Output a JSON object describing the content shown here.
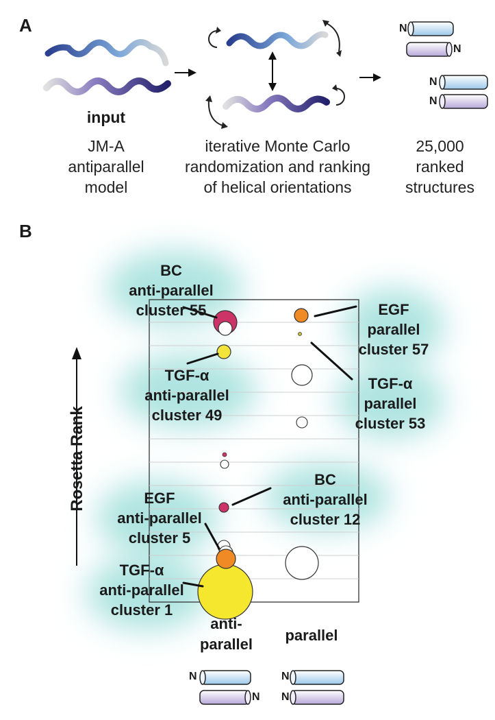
{
  "panel_a": {
    "letter": "A",
    "input_bold": "input",
    "input_lines": [
      "JM-A",
      "antiparallel",
      "model"
    ],
    "process_lines": [
      "iterative Monte Carlo",
      "randomization and ranking",
      "of helical orientations"
    ],
    "output_lines": [
      "25,000",
      "ranked",
      "structures"
    ],
    "terminus": "N"
  },
  "panel_b": {
    "letter": "B",
    "y_axis_label": "Rosetta Rank",
    "columns": [
      "anti-\nparallel",
      "parallel"
    ],
    "column_anti_lines": [
      "anti-",
      "parallel"
    ],
    "column_parallel": "parallel",
    "callouts": [
      {
        "lines": [
          "BC",
          "anti-parallel",
          "cluster 55"
        ],
        "color": "#cc3366"
      },
      {
        "lines": [
          "EGF",
          "parallel",
          "cluster 57"
        ],
        "color": "#f08a24"
      },
      {
        "lines": [
          "TGF-α",
          "anti-parallel",
          "cluster 49"
        ],
        "color": "#e8e040"
      },
      {
        "lines": [
          "TGF-α",
          "parallel",
          "cluster 53"
        ],
        "color": "#d9c83a"
      },
      {
        "lines": [
          "BC",
          "anti-parallel",
          "cluster 12"
        ],
        "color": "#cc3366"
      },
      {
        "lines": [
          "EGF",
          "anti-parallel",
          "cluster 5"
        ],
        "color": "#f08a24"
      },
      {
        "lines": [
          "TGF-α",
          "anti-parallel",
          "cluster 1"
        ],
        "color": "#f5e62e"
      }
    ],
    "colors": {
      "bc": "#cc3366",
      "egf": "#f08a24",
      "tgf": "#f2e43a",
      "unlabeled": "#ffffff",
      "helix_blue": "#9cc8ea",
      "helix_purple": "#b7a8d8"
    }
  }
}
